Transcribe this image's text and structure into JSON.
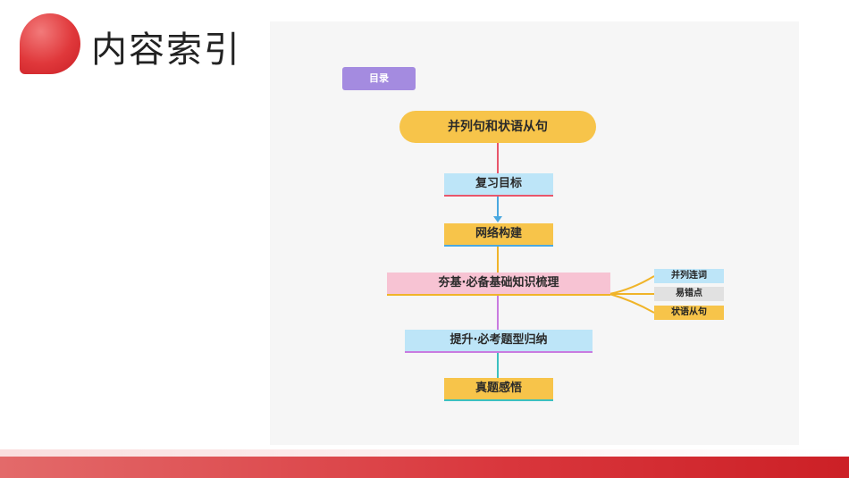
{
  "header": {
    "title": "内容索引"
  },
  "diagram": {
    "tag_label": "目录",
    "root_label": "并列句和状语从句",
    "nodes": [
      {
        "label": "复习目标",
        "fill": "#bde5f8",
        "underline": "#e8566b"
      },
      {
        "label": "网络构建",
        "fill": "#f7c44a",
        "underline": "#4aa8e0"
      },
      {
        "label": "夯基·必备基础知识梳理",
        "fill": "#f7c3d3",
        "underline": "#f0b429"
      },
      {
        "label": "提升·必考题型归纳",
        "fill": "#bde5f8",
        "underline": "#c97be0"
      },
      {
        "label": "真题感悟",
        "fill": "#f7c44a",
        "underline": "#3cc0c0"
      }
    ],
    "branches": [
      {
        "label": "并列连词",
        "fill": "#bde5f8"
      },
      {
        "label": "易错点",
        "fill": "#e1e1e1"
      },
      {
        "label": "状语从句",
        "fill": "#f7c44a"
      }
    ],
    "colors": {
      "tag": "#a48be0",
      "root": "#f7c44a",
      "connector_1": "#e8566b",
      "connector_2": "#4aa8e0",
      "connector_3": "#f0b429",
      "connector_4": "#c97be0",
      "connector_5": "#3cc0c0",
      "branch_lines": "#f0b429"
    }
  },
  "theme": {
    "accent": "#d9363c"
  }
}
